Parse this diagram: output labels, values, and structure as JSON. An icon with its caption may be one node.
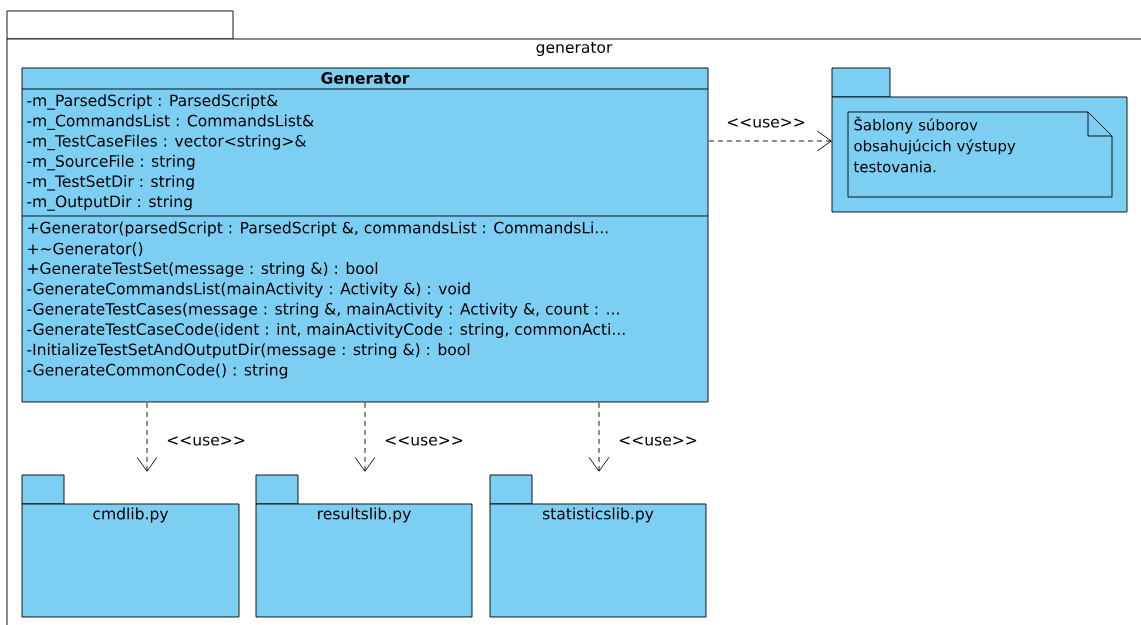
{
  "diagram": {
    "nodes": [
      {
        "text": [
          "generator"
        ]
      },
      {
        "text": [
          "Generator",
          "-m_ParsedScript : ParsedScript&",
          "-m_CommandsList : CommandsList&",
          "-m_TestCaseFiles : vector<string>&",
          "-m_SourceFile : string",
          "-m_TestSetDir : string",
          "-m_OutputDir : string",
          "+Generator(parsedScript : ParsedScript &, commandsList : CommandsLi...",
          "+~Generator()",
          "+GenerateTestSet(message : string &) : bool",
          "-GenerateCommandsList(mainActivity : Activity &) : void",
          "-GenerateTestCases(message : string &, mainActivity : Activity &, count : ...",
          "-GenerateTestCaseCode(ident : int, mainActivityCode : string, commonActi...",
          "-InitializeTestSetAndOutputDir(message : string &) : bool",
          "-GenerateCommonCode() : string"
        ],
        "in": 0
      },
      {
        "text": [],
        "shape": "package",
        "in": 0
      },
      {
        "text": [
          "Šablony súborov obsahujúcich výstupy testovania."
        ],
        "in": 2
      },
      {
        "text": [
          "cmdlib.py"
        ],
        "in": 0
      },
      {
        "text": [
          "resultslib.py"
        ],
        "in": 0
      },
      {
        "text": [
          "statisticslib.py"
        ],
        "in": 0
      }
    ],
    "edges": [
      {
        "from": 1,
        "to": 2,
        "arrow": "to",
        "label": "<<use>>",
        "style": "dashed"
      },
      {
        "from": 1,
        "to": 4,
        "arrow": "to",
        "label": "<<use>>",
        "style": "dashed"
      },
      {
        "from": 1,
        "to": 5,
        "arrow": "to",
        "label": "<<use>>",
        "style": "dashed"
      },
      {
        "from": 1,
        "to": 6,
        "arrow": "to",
        "label": "<<use>>",
        "style": "dashed"
      }
    ]
  }
}
